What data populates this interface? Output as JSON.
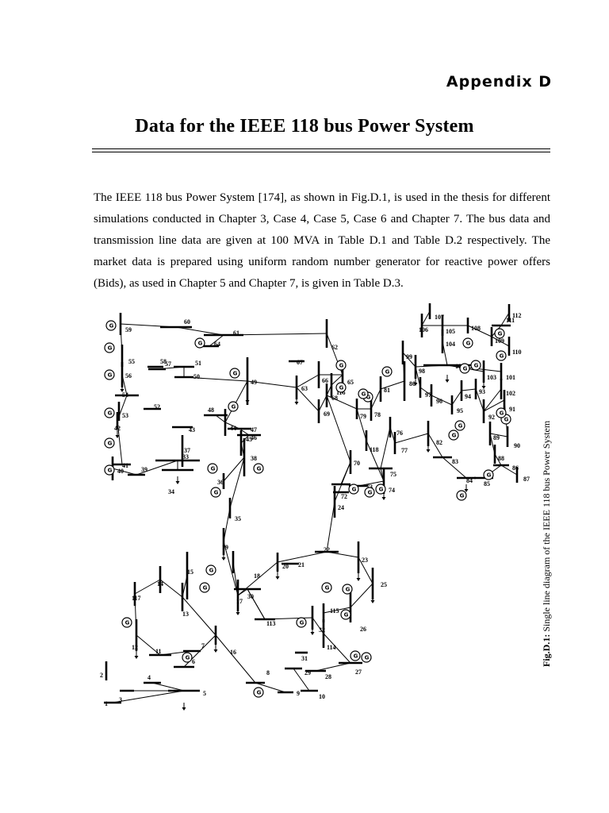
{
  "appendix_label": "Appendix D",
  "title": "Data for the IEEE 118 bus Power System",
  "paragraph": "The IEEE 118 bus Power System [174], as shown in Fig.D.1, is used in the thesis for different simulations conducted in Chapter 3, Case 4, Case 5, Case 6 and Chapter 7. The bus data and transmission line data are given at 100 MVA in Table D.1 and Table D.2 respectively. The market data is prepared using uniform random number generator for reactive power offers (Bids), as used in Chapter 5 and Chapter 7, is given in Table D.3.",
  "figure": {
    "caption_prefix": "Fig.D.1:",
    "caption_text": " Single line diagram of the IEEE 118 bus Power System",
    "bus_labels": [
      "1",
      "2",
      "3",
      "4",
      "5",
      "6",
      "7",
      "8",
      "9",
      "10",
      "11",
      "12",
      "13",
      "14",
      "15",
      "16",
      "17",
      "18",
      "19",
      "20",
      "21",
      "22",
      "23",
      "24",
      "25",
      "26",
      "27",
      "28",
      "29",
      "30",
      "31",
      "32",
      "33",
      "34",
      "35",
      "36",
      "37",
      "38",
      "39",
      "40",
      "41",
      "42",
      "43",
      "44",
      "45",
      "46",
      "47",
      "48",
      "49",
      "50",
      "51",
      "52",
      "53",
      "54",
      "55",
      "56",
      "57",
      "58",
      "59",
      "60",
      "61",
      "62",
      "63",
      "64",
      "65",
      "66",
      "67",
      "68",
      "69",
      "70",
      "71",
      "72",
      "73",
      "74",
      "75",
      "76",
      "77",
      "78",
      "79",
      "80",
      "81",
      "82",
      "83",
      "84",
      "85",
      "86",
      "87",
      "88",
      "89",
      "90",
      "91",
      "92",
      "93",
      "94",
      "95",
      "96",
      "97",
      "98",
      "99",
      "100",
      "101",
      "102",
      "103",
      "104",
      "105",
      "106",
      "107",
      "108",
      "109",
      "110",
      "111",
      "112",
      "113",
      "114",
      "115",
      "116",
      "117",
      "118"
    ],
    "generator_symbol": "G"
  }
}
